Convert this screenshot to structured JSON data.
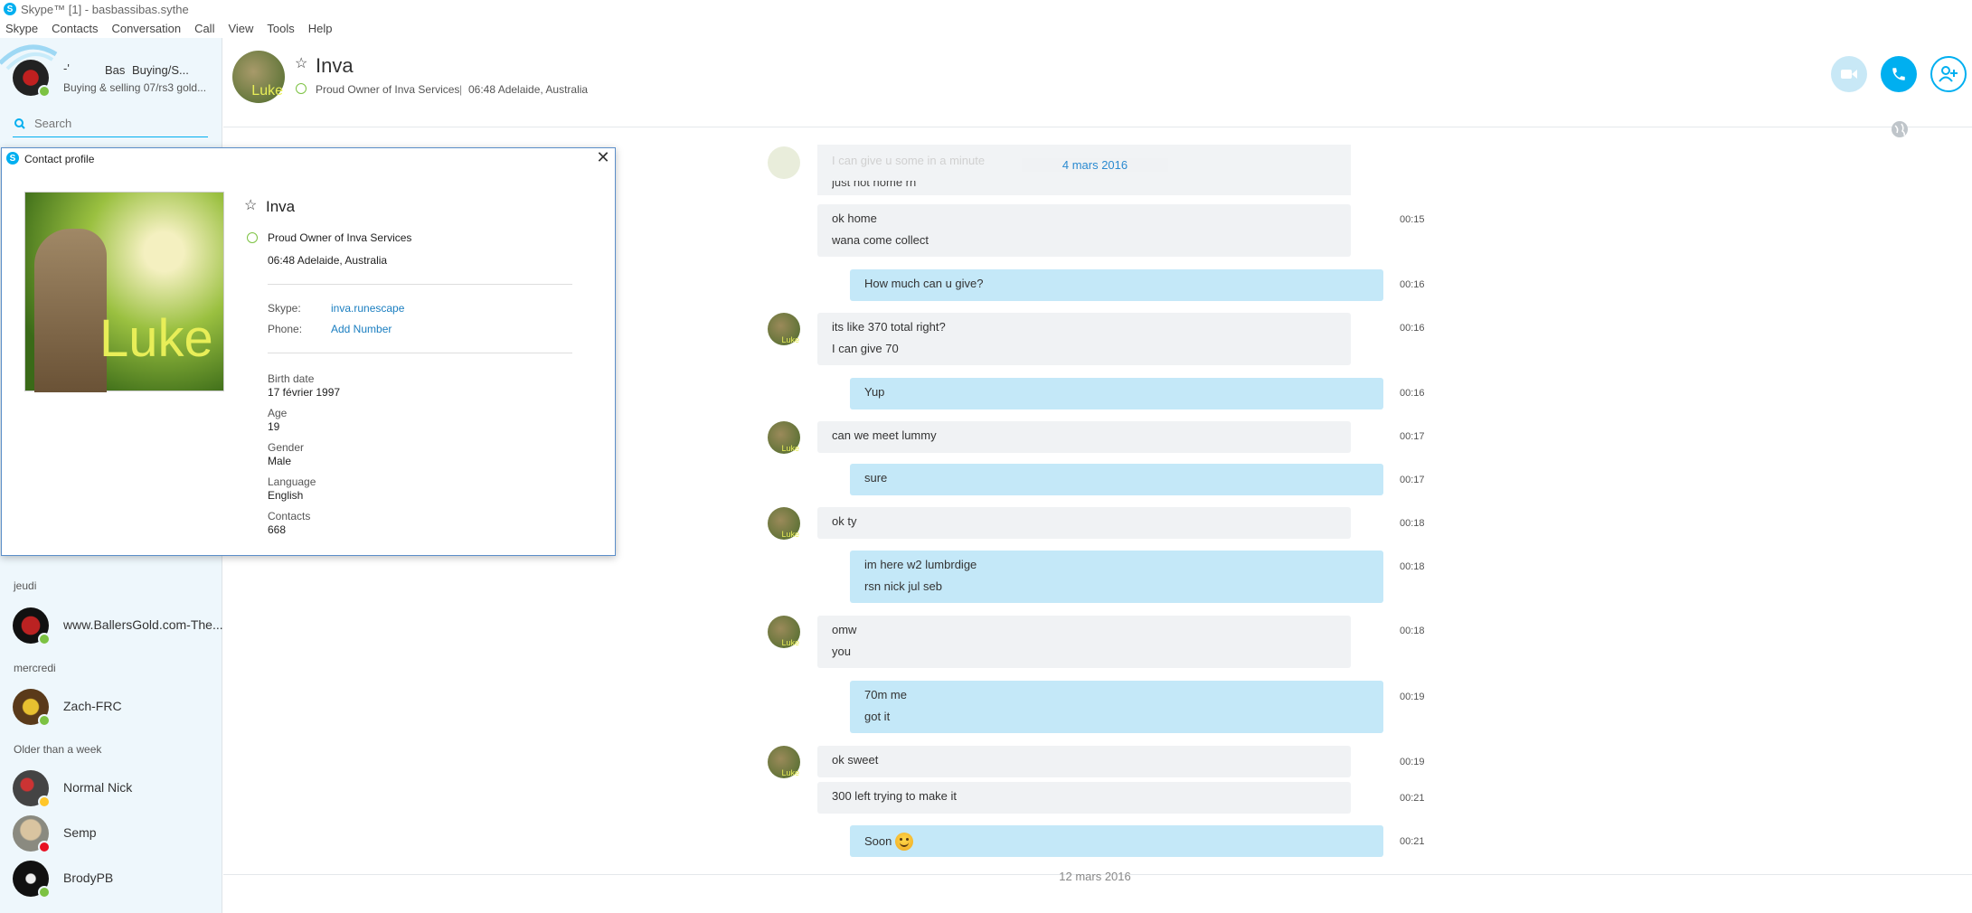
{
  "window": {
    "title": "Skype™ [1] - basbassibas.sythe"
  },
  "menu": [
    "Skype",
    "Contacts",
    "Conversation",
    "Call",
    "View",
    "Tools",
    "Help"
  ],
  "me": {
    "name": "Bas",
    "mood_short": "Buying/S...",
    "mood": "Buying & selling 07/rs3 gold...",
    "mark": "-'"
  },
  "search": {
    "placeholder": "Search"
  },
  "sidebar": {
    "sections": [
      "jeudi",
      "mercredi",
      "Older than a week"
    ],
    "contacts": [
      {
        "name": "www.BallersGold.com-The...",
        "status": "online",
        "status_color": "#7cc242"
      },
      {
        "name": "Zach-FRC",
        "status": "online",
        "status_color": "#7cc242"
      },
      {
        "name": "Normal Nick",
        "status": "away",
        "status_color": "#ffc629"
      },
      {
        "name": "Semp",
        "status": "dnd",
        "status_color": "#e81123"
      },
      {
        "name": "BrodyPB",
        "status": "online",
        "status_color": "#7cc242"
      }
    ]
  },
  "chat": {
    "contact_name": "Inva",
    "mood": "Proud Owner of Inva Services",
    "location": "06:48 Adelaide, Australia",
    "avatar_text": "Luke",
    "date_divider_top": "4 mars 2016",
    "date_divider_bottom": "12 mars 2016",
    "partial_top_msg": "I can give u some in a minute",
    "partial_top_msg2": "just not home rn"
  },
  "messages": [
    {
      "dir": "in",
      "lines": [
        "ok home",
        "wana come collect"
      ],
      "time": "00:15",
      "avatar": false
    },
    {
      "dir": "out",
      "lines": [
        "How much can u give?"
      ],
      "time": "00:16"
    },
    {
      "dir": "in",
      "lines": [
        "its like 370 total right?",
        "I can give 70"
      ],
      "time": "00:16",
      "avatar": true
    },
    {
      "dir": "out",
      "lines": [
        "Yup"
      ],
      "time": "00:16"
    },
    {
      "dir": "in",
      "lines": [
        "can we meet lummy"
      ],
      "time": "00:17",
      "avatar": true
    },
    {
      "dir": "out",
      "lines": [
        "sure"
      ],
      "time": "00:17"
    },
    {
      "dir": "in",
      "lines": [
        "ok ty"
      ],
      "time": "00:18",
      "avatar": true
    },
    {
      "dir": "out",
      "lines": [
        "im here w2 lumbrdige",
        "rsn nick jul seb"
      ],
      "time": "00:18"
    },
    {
      "dir": "in",
      "lines": [
        "omw",
        "you"
      ],
      "time": "00:18",
      "avatar": true
    },
    {
      "dir": "out",
      "lines": [
        "70m me",
        "got it"
      ],
      "time": "00:19"
    },
    {
      "dir": "in",
      "lines": [
        "ok sweet"
      ],
      "time": "00:19",
      "avatar": true
    },
    {
      "dir": "in",
      "lines": [
        "300 left trying to make it"
      ],
      "time": "00:21",
      "avatar": false
    },
    {
      "dir": "out",
      "lines": [
        "Soon"
      ],
      "time": "00:21",
      "emoji": "smile"
    }
  ],
  "profile_dialog": {
    "title": "Contact profile",
    "name": "Inva",
    "mood": "Proud Owner of Inva Services",
    "location": "06:48 Adelaide, Australia",
    "picture_text": "Luke",
    "skype_label": "Skype:",
    "skype_value": "inva.runescape",
    "phone_label": "Phone:",
    "phone_value": "Add Number",
    "birth_label": "Birth date",
    "birth_value": "17 février 1997",
    "age_label": "Age",
    "age_value": "19",
    "gender_label": "Gender",
    "gender_value": "Male",
    "language_label": "Language",
    "language_value": "English",
    "contacts_label": "Contacts",
    "contacts_value": "668"
  },
  "colors": {
    "accent": "#00aff0",
    "bubble_out": "#c4e8f8",
    "bubble_in": "#f0f2f4",
    "online": "#7cc242"
  }
}
